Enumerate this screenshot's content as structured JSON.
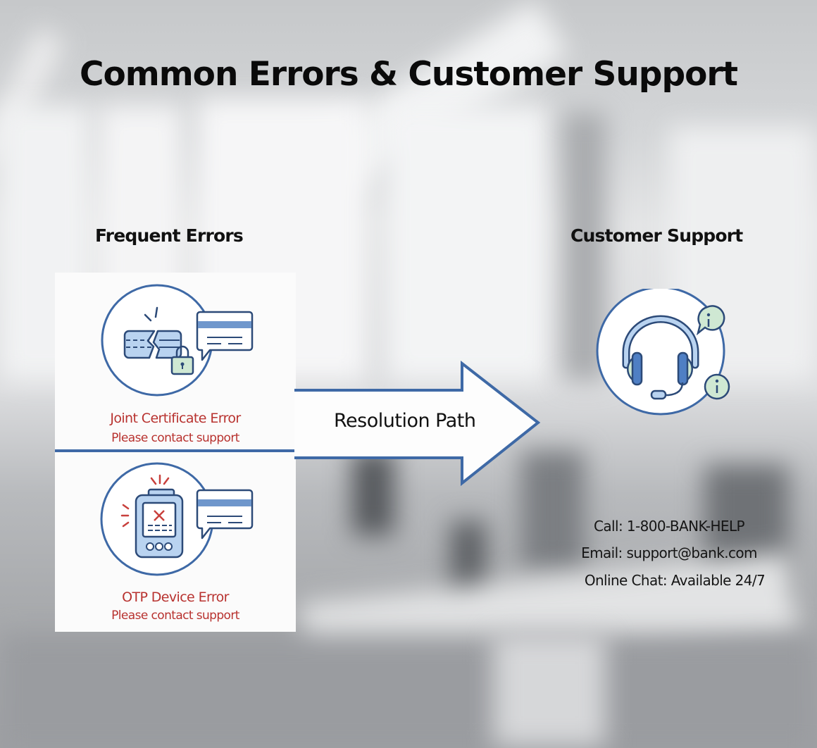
{
  "title": "Common Errors & Customer Support",
  "colors": {
    "accent_blue": "#3e69a6",
    "icon_fill_blue": "#b9d3f0",
    "icon_fill_green": "#cfe8d3",
    "error_red": "#b8322f",
    "panel_bg": "#fbfbfb"
  },
  "left_section": {
    "heading": "Frequent Errors",
    "errors": [
      {
        "title": "Joint Certificate Error",
        "subtitle": "Please contact support",
        "icon": "broken-card-lock-icon"
      },
      {
        "title": "OTP Device Error",
        "subtitle": "Please contact support",
        "icon": "otp-device-error-icon"
      }
    ]
  },
  "arrow": {
    "label": "Resolution Path",
    "icon": "right-arrow-icon"
  },
  "right_section": {
    "heading": "Customer Support",
    "icon": "headset-info-icon",
    "contacts": [
      "Call: 1-800-BANK-HELP",
      "Email: support@bank.com",
      "Online Chat: Available 24/7"
    ]
  }
}
